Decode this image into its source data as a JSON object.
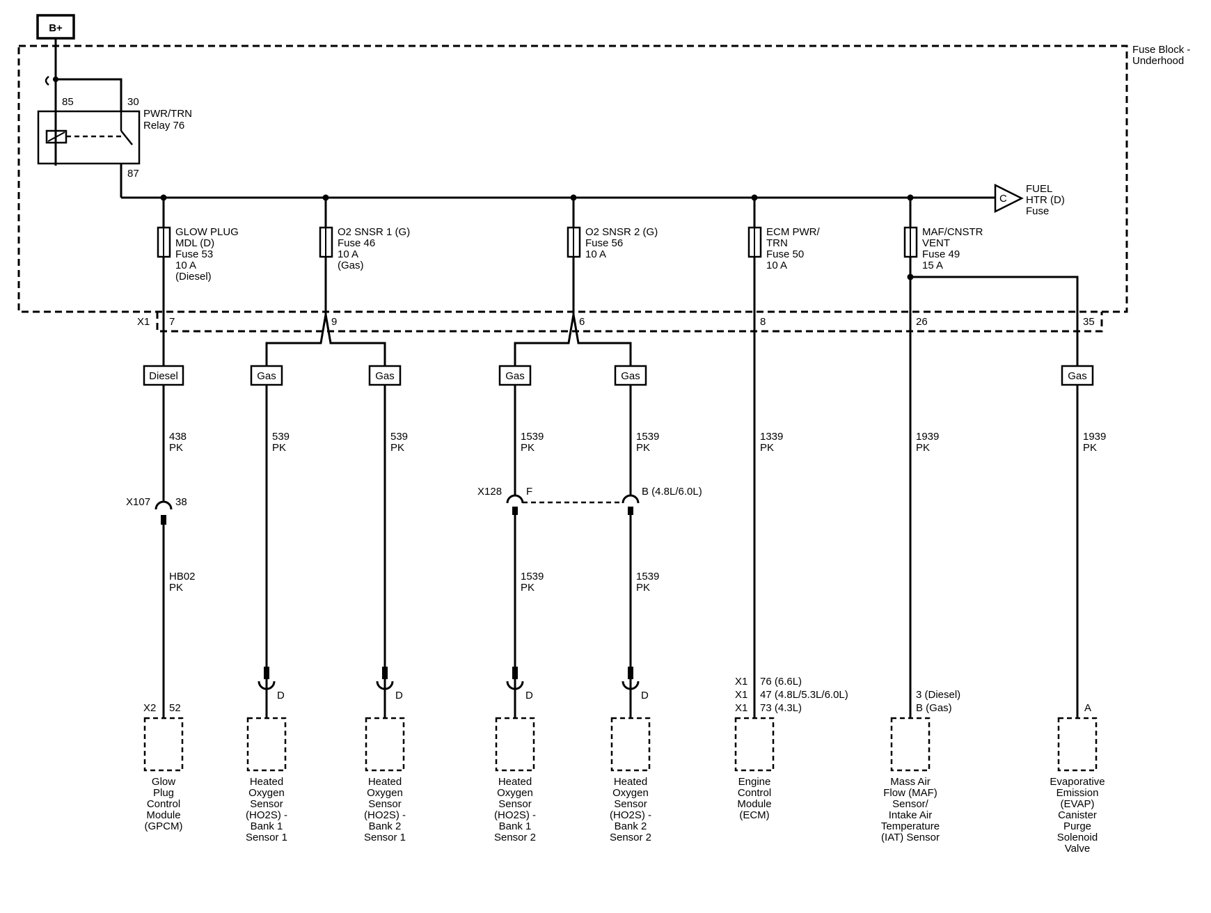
{
  "source": {
    "label": "B+"
  },
  "fuse_block": {
    "name_line1": "Fuse Block -",
    "name_line2": "Underhood",
    "connector": "X1"
  },
  "relay": {
    "name_line1": "PWR/TRN",
    "name_line2": "Relay 76",
    "pin_85": "85",
    "pin_30": "30",
    "pin_87": "87"
  },
  "fuel_heater": {
    "connector": "C",
    "label_line1": "FUEL",
    "label_line2": "HTR (D)",
    "label_line3": "Fuse"
  },
  "fuses": [
    {
      "id": "glow_plug",
      "lines": [
        "GLOW PLUG",
        "MDL (D)",
        "Fuse 53",
        "10 A",
        "(Diesel)"
      ]
    },
    {
      "id": "o2_snsr_1",
      "lines": [
        "O2 SNSR 1 (G)",
        "Fuse 46",
        "10 A",
        "(Gas)"
      ]
    },
    {
      "id": "o2_snsr_2",
      "lines": [
        "O2 SNSR 2 (G)",
        "Fuse 56",
        "10 A"
      ]
    },
    {
      "id": "ecm_pwr",
      "lines": [
        "ECM PWR/",
        "TRN",
        "Fuse 50",
        "10 A"
      ]
    },
    {
      "id": "maf_cnstr",
      "lines": [
        "MAF/CNSTR",
        "VENT",
        "Fuse 49",
        "15 A"
      ]
    }
  ],
  "x1_pins": [
    "7",
    "9",
    "6",
    "8",
    "26",
    "35"
  ],
  "options": [
    "Diesel",
    "Gas",
    "Gas",
    "Gas",
    "Gas",
    "Gas"
  ],
  "wires": [
    {
      "circuit": "438",
      "color": "PK"
    },
    {
      "circuit": "539",
      "color": "PK"
    },
    {
      "circuit": "539",
      "color": "PK"
    },
    {
      "circuit": "1539",
      "color": "PK"
    },
    {
      "circuit": "1539",
      "color": "PK"
    },
    {
      "circuit": "1339",
      "color": "PK"
    },
    {
      "circuit": "1939",
      "color": "PK"
    },
    {
      "circuit": "1939",
      "color": "PK"
    }
  ],
  "inline_connectors": {
    "x107": {
      "name": "X107",
      "pin": "38"
    },
    "x128": {
      "name": "X128",
      "pin_f": "F",
      "pin_b": "B (4.8L/6.0L)"
    }
  },
  "lower_wires": [
    {
      "circuit": "HB02",
      "color": "PK"
    },
    {
      "circuit": "1539",
      "color": "PK"
    },
    {
      "circuit": "1539",
      "color": "PK"
    }
  ],
  "component_pins": {
    "gpcm": {
      "connector": "X2",
      "pin": "52"
    },
    "ho2s_b1s1": {
      "pin": "D"
    },
    "ho2s_b2s1": {
      "pin": "D"
    },
    "ho2s_b1s2": {
      "pin": "D"
    },
    "ho2s_b2s2": {
      "pin": "D"
    },
    "ecm": [
      {
        "connector": "X1",
        "pin": "76 (6.6L)"
      },
      {
        "connector": "X1",
        "pin": "47 (4.8L/5.3L/6.0L)"
      },
      {
        "connector": "X1",
        "pin": "73 (4.3L)"
      }
    ],
    "maf": [
      "3 (Diesel)",
      "B (Gas)"
    ],
    "evap": {
      "pin": "A"
    }
  },
  "components": [
    {
      "id": "gpcm",
      "lines": [
        "Glow",
        "Plug",
        "Control",
        "Module",
        "(GPCM)"
      ]
    },
    {
      "id": "ho2s_b1s1",
      "lines": [
        "Heated",
        "Oxygen",
        "Sensor",
        "(HO2S)  -",
        "Bank 1",
        "Sensor 1"
      ]
    },
    {
      "id": "ho2s_b2s1",
      "lines": [
        "Heated",
        "Oxygen",
        "Sensor",
        "(HO2S)  -",
        "Bank 2",
        "Sensor 1"
      ]
    },
    {
      "id": "ho2s_b1s2",
      "lines": [
        "Heated",
        "Oxygen",
        "Sensor",
        "(HO2S)  -",
        "Bank 1",
        "Sensor 2"
      ]
    },
    {
      "id": "ho2s_b2s2",
      "lines": [
        "Heated",
        "Oxygen",
        "Sensor",
        "(HO2S)  -",
        "Bank 2",
        "Sensor 2"
      ]
    },
    {
      "id": "ecm",
      "lines": [
        "Engine",
        "Control",
        "Module",
        "(ECM)"
      ]
    },
    {
      "id": "maf",
      "lines": [
        "Mass Air",
        "Flow (MAF)",
        "Sensor/",
        "Intake Air",
        "Temperature",
        "(IAT) Sensor"
      ]
    },
    {
      "id": "evap",
      "lines": [
        "Evaporative",
        "Emission",
        "(EVAP)",
        "Canister",
        "Purge",
        "Solenoid",
        "Valve"
      ]
    }
  ]
}
